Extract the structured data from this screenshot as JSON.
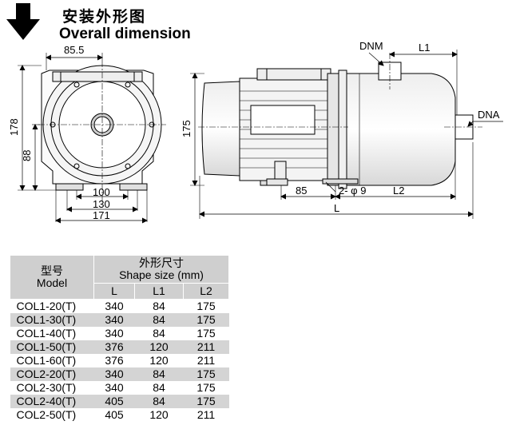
{
  "header": {
    "title_cn": "安装外形图",
    "title_en": "Overall dimension",
    "icon": "down-arrow-icon"
  },
  "drawing": {
    "front_view": {
      "dim_top_width": "85.5",
      "dim_height": "178",
      "dim_center_height": "88",
      "dim_base_inner": "100",
      "dim_base_mid": "130",
      "dim_base_outer": "171"
    },
    "side_view": {
      "label_outlet": "DNM",
      "label_inlet": "DNA",
      "dim_l1": "L1",
      "dim_height": "175",
      "dim_foot": "85",
      "dim_holes": "2- φ 9",
      "dim_l2": "L2",
      "dim_l": "L"
    }
  },
  "table": {
    "header_model_cn": "型号",
    "header_model_en": "Model",
    "header_size_cn": "外形尺寸",
    "header_size_en": "Shape size (mm)",
    "columns": [
      "L",
      "L1",
      "L2"
    ],
    "rows": [
      {
        "model": "COL1-20(T)",
        "L": "340",
        "L1": "84",
        "L2": "175"
      },
      {
        "model": "COL1-30(T)",
        "L": "340",
        "L1": "84",
        "L2": "175"
      },
      {
        "model": "COL1-40(T)",
        "L": "340",
        "L1": "84",
        "L2": "175"
      },
      {
        "model": "COL1-50(T)",
        "L": "376",
        "L1": "120",
        "L2": "211"
      },
      {
        "model": "COL1-60(T)",
        "L": "376",
        "L1": "120",
        "L2": "211"
      },
      {
        "model": "COL2-20(T)",
        "L": "340",
        "L1": "84",
        "L2": "175"
      },
      {
        "model": "COL2-30(T)",
        "L": "340",
        "L1": "84",
        "L2": "175"
      },
      {
        "model": "COL2-40(T)",
        "L": "405",
        "L1": "84",
        "L2": "175"
      },
      {
        "model": "COL2-50(T)",
        "L": "405",
        "L1": "120",
        "L2": "211"
      }
    ]
  }
}
